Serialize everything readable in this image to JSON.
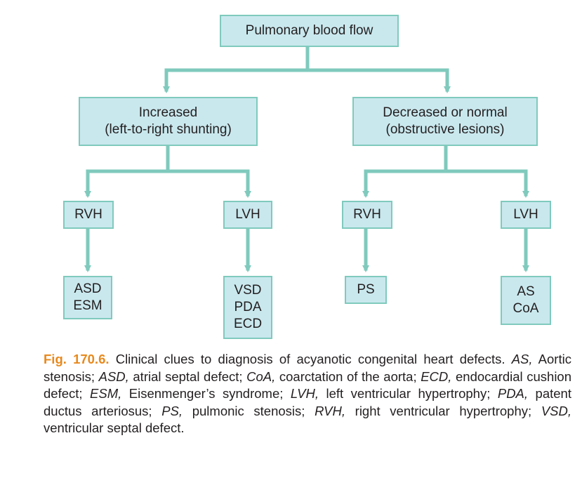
{
  "colors": {
    "box_fill": "#c9e8ee",
    "box_border": "#7fcabd",
    "connector": "#7fcabd",
    "figure_label": "#e8891d",
    "text": "#231f20"
  },
  "diagram": {
    "root": "Pulmonary blood flow",
    "increased": "Increased\n(left-to-right shunting)",
    "decreased": "Decreased or normal\n(obstructive lesions)",
    "inc_rvh": "RVH",
    "inc_lvh": "LVH",
    "dec_rvh": "RVH",
    "dec_lvh": "LVH",
    "inc_rvh_defects": "ASD\nESM",
    "inc_lvh_defects": "VSD\nPDA\nECD",
    "dec_rvh_defects": "PS",
    "dec_lvh_defects": "AS\nCoA"
  },
  "caption": {
    "label": "Fig. 170.6.",
    "intro": " Clinical clues to diagnosis of acyanotic congenital heart defects. ",
    "terms": [
      {
        "abbr": "AS,",
        "text": " Aortic stenosis; "
      },
      {
        "abbr": "ASD,",
        "text": " atrial septal defect; "
      },
      {
        "abbr": "CoA,",
        "text": " coarctation of the aorta; "
      },
      {
        "abbr": "ECD,",
        "text": " endocardial cushion defect; "
      },
      {
        "abbr": "ESM,",
        "text": " Eisenmenger’s syndrome; "
      },
      {
        "abbr": "LVH,",
        "text": " left ventricular hypertrophy; "
      },
      {
        "abbr": "PDA,",
        "text": " patent ductus arteriosus; "
      },
      {
        "abbr": "PS,",
        "text": " pulmonic stenosis; "
      },
      {
        "abbr": "RVH,",
        "text": " right ventricular hypertrophy; "
      },
      {
        "abbr": "VSD,",
        "text": " ventricular septal defect."
      }
    ]
  }
}
